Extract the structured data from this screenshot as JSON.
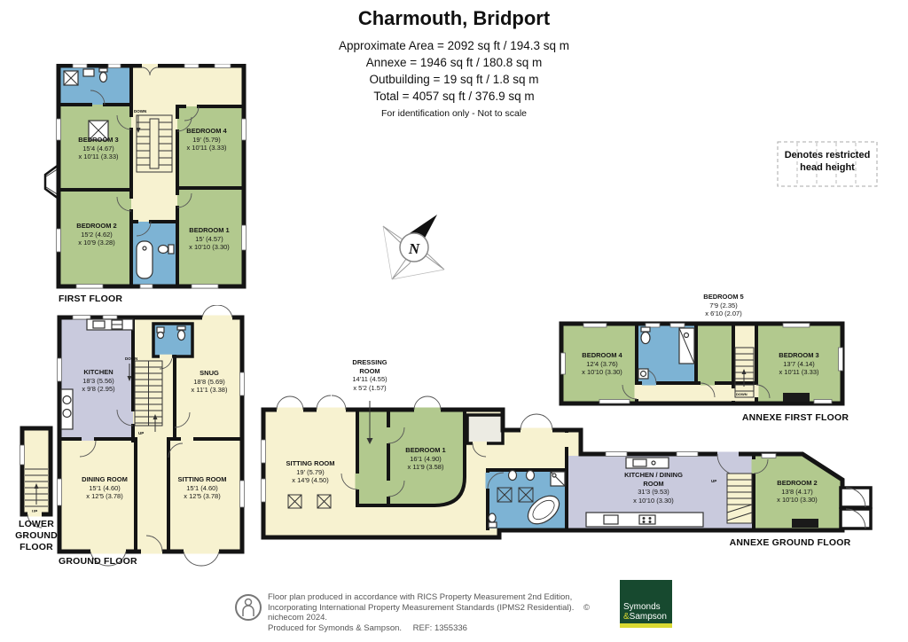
{
  "header": {
    "title": "Charmouth, Bridport",
    "line1": "Approximate Area = 2092 sq ft / 194.3 sq m",
    "line2": "Annexe = 1946 sq ft / 180.8 sq m",
    "line3": "Outbuilding = 19 sq ft / 1.8 sq m",
    "line4": "Total = 4057 sq ft / 376.9 sq m",
    "note": "For identification only - Not to scale"
  },
  "legend": {
    "text": "Denotes restricted head height"
  },
  "compass": {
    "north": "N"
  },
  "stairs": {
    "down": "DOWN",
    "up": "UP"
  },
  "first_floor": {
    "label": "FIRST FLOOR",
    "bedroom3": {
      "name": "BEDROOM 3",
      "d1": "15'4 (4.67)",
      "d2": "x 10'11 (3.33)"
    },
    "bedroom4": {
      "name": "BEDROOM 4",
      "d1": "19' (5.79)",
      "d2": "x 10'11 (3.33)"
    },
    "bedroom2": {
      "name": "BEDROOM 2",
      "d1": "15'2 (4.62)",
      "d2": "x 10'9 (3.28)"
    },
    "bedroom1": {
      "name": "BEDROOM 1",
      "d1": "15' (4.57)",
      "d2": "x 10'10 (3.30)"
    }
  },
  "ground_floor": {
    "label": "GROUND FLOOR",
    "kitchen": {
      "name": "KITCHEN",
      "d1": "18'3 (5.56)",
      "d2": "x 9'8 (2.95)"
    },
    "snug": {
      "name": "SNUG",
      "d1": "18'8 (5.69)",
      "d2": "x 11'1 (3.38)"
    },
    "dining": {
      "name": "DINING ROOM",
      "d1": "15'1 (4.60)",
      "d2": "x 12'5 (3.78)"
    },
    "sitting": {
      "name": "SITTING ROOM",
      "d1": "15'1 (4.60)",
      "d2": "x 12'5 (3.78)"
    }
  },
  "lower_ground": {
    "label": "LOWER GROUND FLOOR"
  },
  "annexe_ground": {
    "label": "ANNEXE GROUND FLOOR",
    "sitting": {
      "name": "SITTING ROOM",
      "d1": "19' (5.79)",
      "d2": "x 14'9 (4.50)"
    },
    "dressing": {
      "name": "DRESSING ROOM",
      "d1": "14'11 (4.55)",
      "d2": "x 5'2 (1.57)"
    },
    "bedroom1": {
      "name": "BEDROOM 1",
      "d1": "16'1 (4.90)",
      "d2": "x 11'9 (3.58)"
    },
    "kitchen_dining": {
      "name": "KITCHEN / DINING ROOM",
      "d1": "31'3 (9.53)",
      "d2": "x 10'10 (3.30)"
    },
    "bedroom2": {
      "name": "BEDROOM 2",
      "d1": "13'8 (4.17)",
      "d2": "x 10'10 (3.30)"
    }
  },
  "annexe_first": {
    "label": "ANNEXE FIRST FLOOR",
    "bedroom5": {
      "name": "BEDROOM 5",
      "d1": "7'9 (2.35)",
      "d2": "x 6'10 (2.07)"
    },
    "bedroom4": {
      "name": "BEDROOM 4",
      "d1": "12'4 (3.76)",
      "d2": "x 10'10 (3.30)"
    },
    "bedroom3": {
      "name": "BEDROOM 3",
      "d1": "13'7 (4.14)",
      "d2": "x 10'11 (3.33)"
    }
  },
  "footer": {
    "line1": "Floor plan produced in accordance with RICS Property Measurement 2nd Edition,",
    "line2": "Incorporating International Property Measurement Standards (IPMS2 Residential).",
    "copyright": "© nichecom 2024.",
    "line3": "Produced for Symonds & Sampson.",
    "ref": "REF: 1355336",
    "logo_name1": "Symonds",
    "logo_amp": "&",
    "logo_name2": "Sampson"
  },
  "colors": {
    "room_green": "#b2c98e",
    "room_blue": "#7db3d4",
    "room_cream": "#f7f2d0",
    "room_lavender": "#c9cadd",
    "porch_grey": "#ecebe3",
    "wall": "#141414",
    "logo_green": "#17492f",
    "logo_yellow": "#d9d932"
  }
}
